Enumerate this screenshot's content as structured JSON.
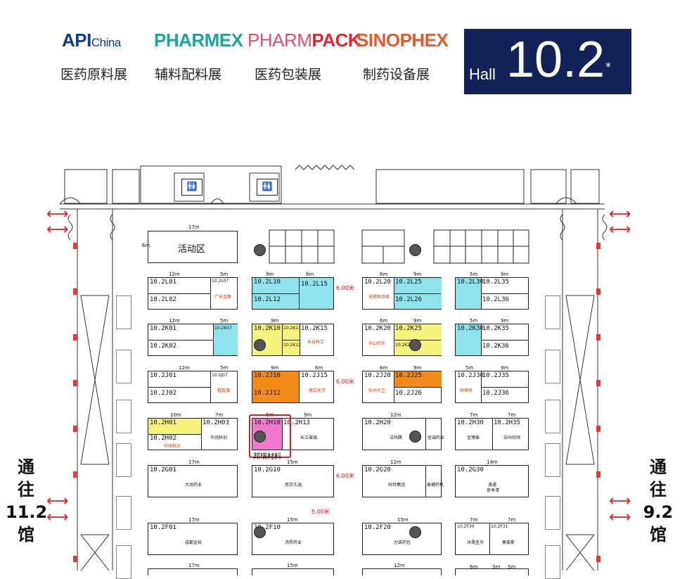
{
  "header": {
    "brands": [
      {
        "name_a": "API",
        "name_b": "China",
        "cn": "医药原料展",
        "color": "#0b3a93"
      },
      {
        "name": "PHARMEX",
        "cn": "辅料配料展",
        "color": "#1aa59b"
      },
      {
        "name_a": "PHARM",
        "name_b": "PACK",
        "cn": "医药包装展",
        "color": "#e04f72"
      },
      {
        "name": "SINOPHEX",
        "cn": "制药设备展",
        "color": "#e05a2a"
      }
    ],
    "hall": {
      "word": "Hall",
      "number": "10.2",
      "star": "*"
    }
  },
  "side_labels": {
    "left": [
      "通",
      "往",
      "11.2",
      "馆"
    ],
    "right": [
      "通",
      "往",
      "9.2",
      "馆"
    ]
  },
  "activity": {
    "dim": "17m",
    "side": "6m",
    "label": "活动区"
  },
  "rows": {
    "L": {
      "b1": {
        "top": "12m",
        "top2": "5m",
        "code1": "10.2L01",
        "code2": "10.2L07",
        "code3": "10.2L02",
        "company": "广东金豪"
      },
      "b2": {
        "top": "9m",
        "top2": "6m",
        "code1": "10.2L10",
        "code2": "10.2L15",
        "code3": "10.2L12"
      },
      "b3": {
        "top": "6m",
        "top2": "9m",
        "code1": "10.2L20",
        "code2": "10.2L25",
        "code3": "10.2L26",
        "company": "无锡恒日君"
      },
      "b4": {
        "top": "5m",
        "top2": "9m",
        "code1": "10.2L30",
        "code2": "10.2L35",
        "code3": "10.2L36"
      }
    },
    "K": {
      "b1": {
        "top": "12m",
        "top2": "5m",
        "code1": "10.2K01",
        "code2": "10.2K07",
        "code3": "10.2K02"
      },
      "b2": {
        "top": "9m",
        "code1": "10.2K10",
        "code2": "10.2K11",
        "code3": "10.2K15",
        "code4": "10.2K12",
        "company": "长谷科工"
      },
      "b3": {
        "top": "6m",
        "top2": "9m",
        "code1": "10.2K20",
        "code2": "10.2K25",
        "code3": "10.2K26",
        "company": "中山欣实"
      },
      "b4": {
        "top": "5m",
        "top2": "9m",
        "code1": "10.2K30",
        "code2": "10.2K35",
        "code3": "10.2K36"
      }
    },
    "J": {
      "b1": {
        "top": "12m",
        "top2": "5m",
        "code1": "10.2J01",
        "code2": "10.2J07",
        "code3": "10.2J02",
        "company": "楷智源"
      },
      "b2": {
        "top": "9m",
        "top2": "6m",
        "code1": "10.2J10",
        "code2": "10.2J15",
        "code3": "10.2J12",
        "company": "德立化学"
      },
      "b3": {
        "top": "6m",
        "top2": "9m",
        "code1": "10.2J20",
        "code2": "10.2J25",
        "code3": "10.2J26",
        "company": "杭州大卫"
      },
      "b4": {
        "top": "5m",
        "top2": "9m",
        "code1": "10.2J30",
        "code2": "10.2J35",
        "code3": "10.2J36",
        "company": "财格科"
      }
    },
    "H": {
      "b1": {
        "top": "10m",
        "top2": "7m",
        "code1": "10.2H01",
        "code2": "10.2H03",
        "code3": "10.2H02",
        "company": "中润科达",
        "company2": "华润科创"
      },
      "b2": {
        "top": "6m",
        "top2": "9m",
        "code1": "10.2H10",
        "code2": "10.2H13",
        "company": "长江玻璃",
        "sub": "邦瑞材料"
      },
      "b3": {
        "top": "12m",
        "code1": "10.2H20",
        "company": "法玛腾",
        "company2": "金诚药业"
      },
      "b4": {
        "top": "7m",
        "top2": "7m",
        "code1": "10.2H30",
        "code2": "10.2H35",
        "company": "金博泰",
        "company2": "苏州创领"
      }
    },
    "G": {
      "b1": {
        "top": "17m",
        "code1": "10.2G01",
        "company": "大润药业"
      },
      "b2": {
        "top": "15m",
        "code1": "10.2G10",
        "company": "南京久涵"
      },
      "b3": {
        "top": "12m",
        "code1": "10.2G20",
        "company": "科特集团",
        "company2": "泰健药机"
      },
      "b4": {
        "top": "14m",
        "code1": "10.2G30",
        "company": "源通",
        "company2": "荷争清"
      }
    },
    "F": {
      "b1": {
        "top": "17m",
        "code1": "10.2F01",
        "company": "成都金桔"
      },
      "b2": {
        "top": "15m",
        "code1": "10.2F10",
        "company": "鸿昇药业"
      },
      "b3": {
        "top": "15m",
        "code1": "10.2F20",
        "company": "力诺药包"
      },
      "b4": {
        "top": "7m",
        "top2": "7m",
        "code1": "10.2F30",
        "code2": "10.2F31",
        "company": "沐晟圣华",
        "company2": "莫莱斯"
      }
    },
    "E": {
      "b1": "17m",
      "b2": "15m",
      "b3": "12m",
      "b4a": "6m",
      "b4b": "3m",
      "b4c": "5m"
    }
  },
  "notes": {
    "aisle1": "6.00米",
    "aisle2": "6.00米",
    "aisle3": "6.00米",
    "aisle4": "5.00米"
  },
  "colors": {
    "teal": "#8fe3ea",
    "yellow": "#f6f27e",
    "orange": "#f28b17",
    "pink": "#f07ad0",
    "hall_bg": "#14225a",
    "arrow": "#e22222"
  }
}
